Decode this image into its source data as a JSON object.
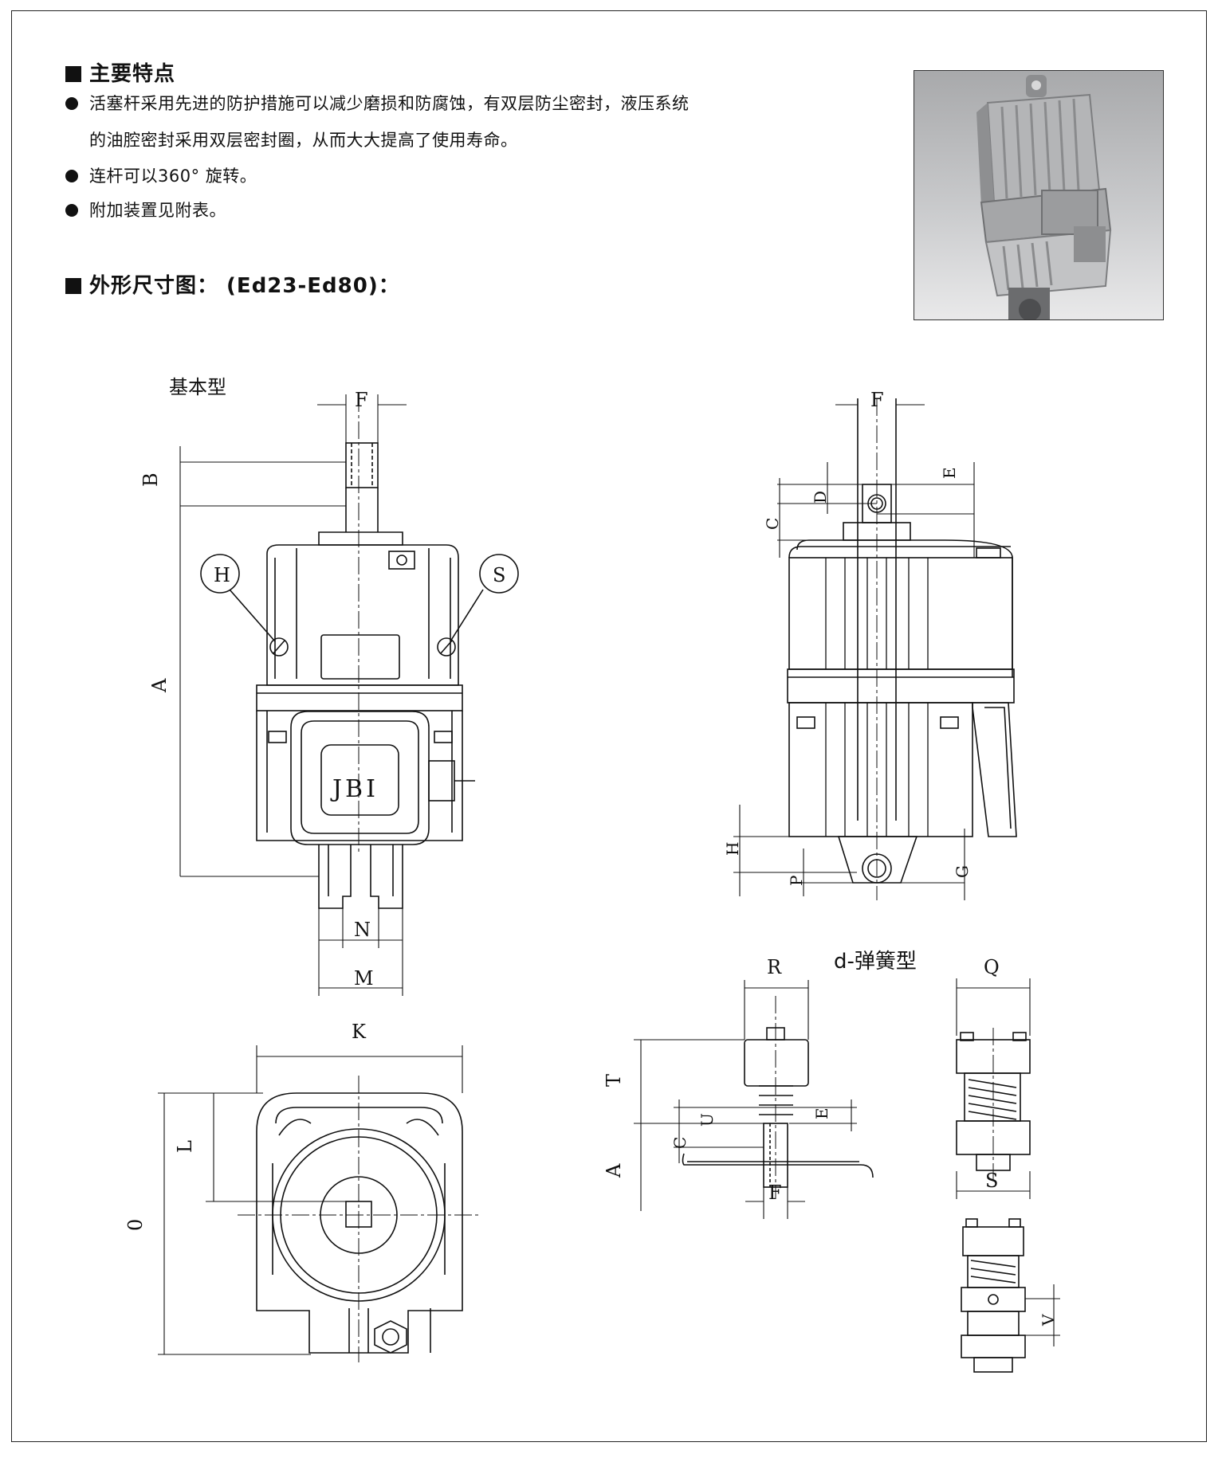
{
  "features": {
    "title": "主要特点",
    "bullets": [
      {
        "line1": "活塞杆采用先进的防护措施可以减少磨损和防腐蚀，有双层防尘密封，液压系统",
        "line2": "的油腔密封采用双层密封圈，从而大大提高了使用寿命。"
      },
      {
        "line1": "连杆可以360°  旋转。"
      },
      {
        "line1": "附加装置见附表。"
      }
    ]
  },
  "dimension_title": "外形尺寸图：  (Ed23-Ed80)：",
  "views": {
    "basic_label": "基本型",
    "spring_label": "d-弹簧型",
    "nameplate": "JBI"
  },
  "dim_letters": {
    "A": "A",
    "B": "B",
    "C": "C",
    "D": "D",
    "E": "E",
    "F": "F",
    "G": "G",
    "H": "H",
    "K": "K",
    "L": "L",
    "M": "M",
    "N": "N",
    "O": "0",
    "P": "P",
    "Q": "Q",
    "R": "R",
    "S": "S",
    "T": "T",
    "U": "U",
    "V": "V"
  },
  "colors": {
    "line": "#111111",
    "photo_body": "#b9babc",
    "photo_bg": "#d8d8d9"
  }
}
